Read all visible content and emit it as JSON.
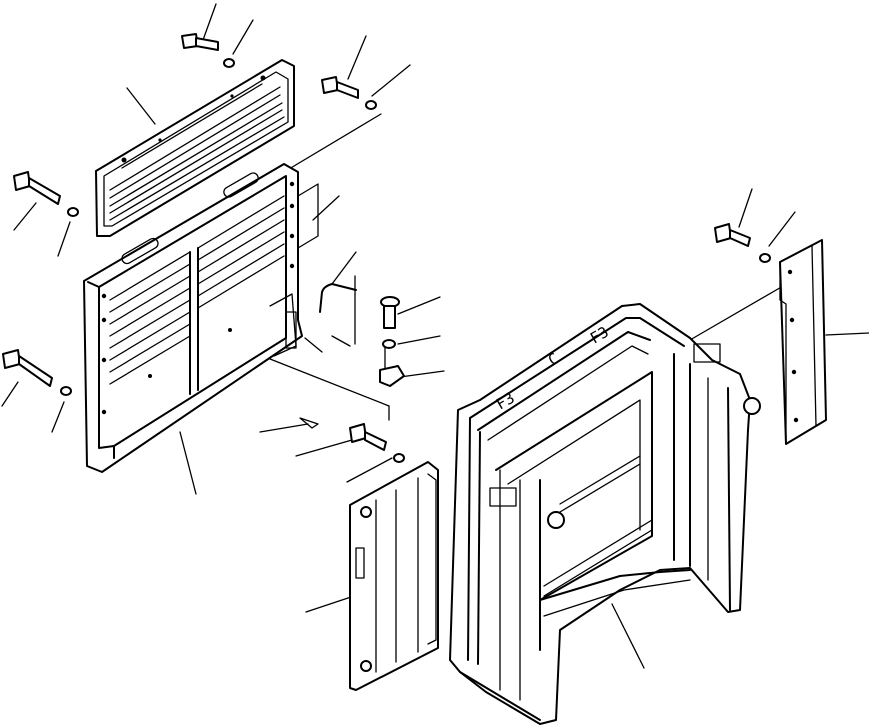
{
  "diagram": {
    "frame_markings": [
      "F3",
      "C",
      "F3"
    ]
  }
}
